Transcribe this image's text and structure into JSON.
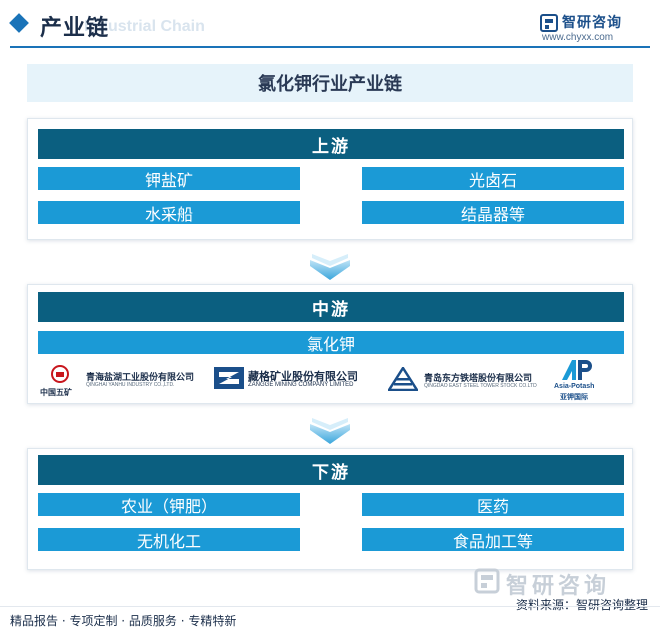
{
  "header": {
    "title": "产业链",
    "title_en": "Industrial Chain",
    "logo_name": "智研咨询",
    "logo_url": "www.chyxx.com"
  },
  "diagram_title": "氯化钾行业产业链",
  "upstream": {
    "label": "上游",
    "items": [
      "钾盐矿",
      "光卤石",
      "水采船",
      "结晶器等"
    ]
  },
  "midstream": {
    "label": "中游",
    "product": "氯化钾",
    "companies": [
      {
        "badge": "中国五矿",
        "name_cn": "青海盐湖工业股份有限公司",
        "name_en": "QINGHAI YANHU INDUSTRY CO.,LTD."
      },
      {
        "name_cn": "藏格矿业股份有限公司",
        "name_en": "ZANGGE MINING COMPANY LIMITED"
      },
      {
        "name_cn": "青岛东方铁塔股份有限公司",
        "name_en": "QINGDAO EAST STEEL TOWER STOCK CO.LTD"
      },
      {
        "name_en": "Asia-Potash",
        "name_cn": "亚钾国际"
      }
    ]
  },
  "downstream": {
    "label": "下游",
    "items": [
      "农业（钾肥）",
      "医药",
      "无机化工",
      "食品加工等"
    ]
  },
  "footer": {
    "watermark_logo": "智研咨询",
    "source": "资料来源：智研咨询整理",
    "tags": "精品报告 · 专项定制 · 品质服务 · 专精特新"
  },
  "colors": {
    "stage_bar": "#0b5f80",
    "cell": "#1b9ad6",
    "title_band": "#e6f3fa",
    "accent": "#1a73b8"
  }
}
